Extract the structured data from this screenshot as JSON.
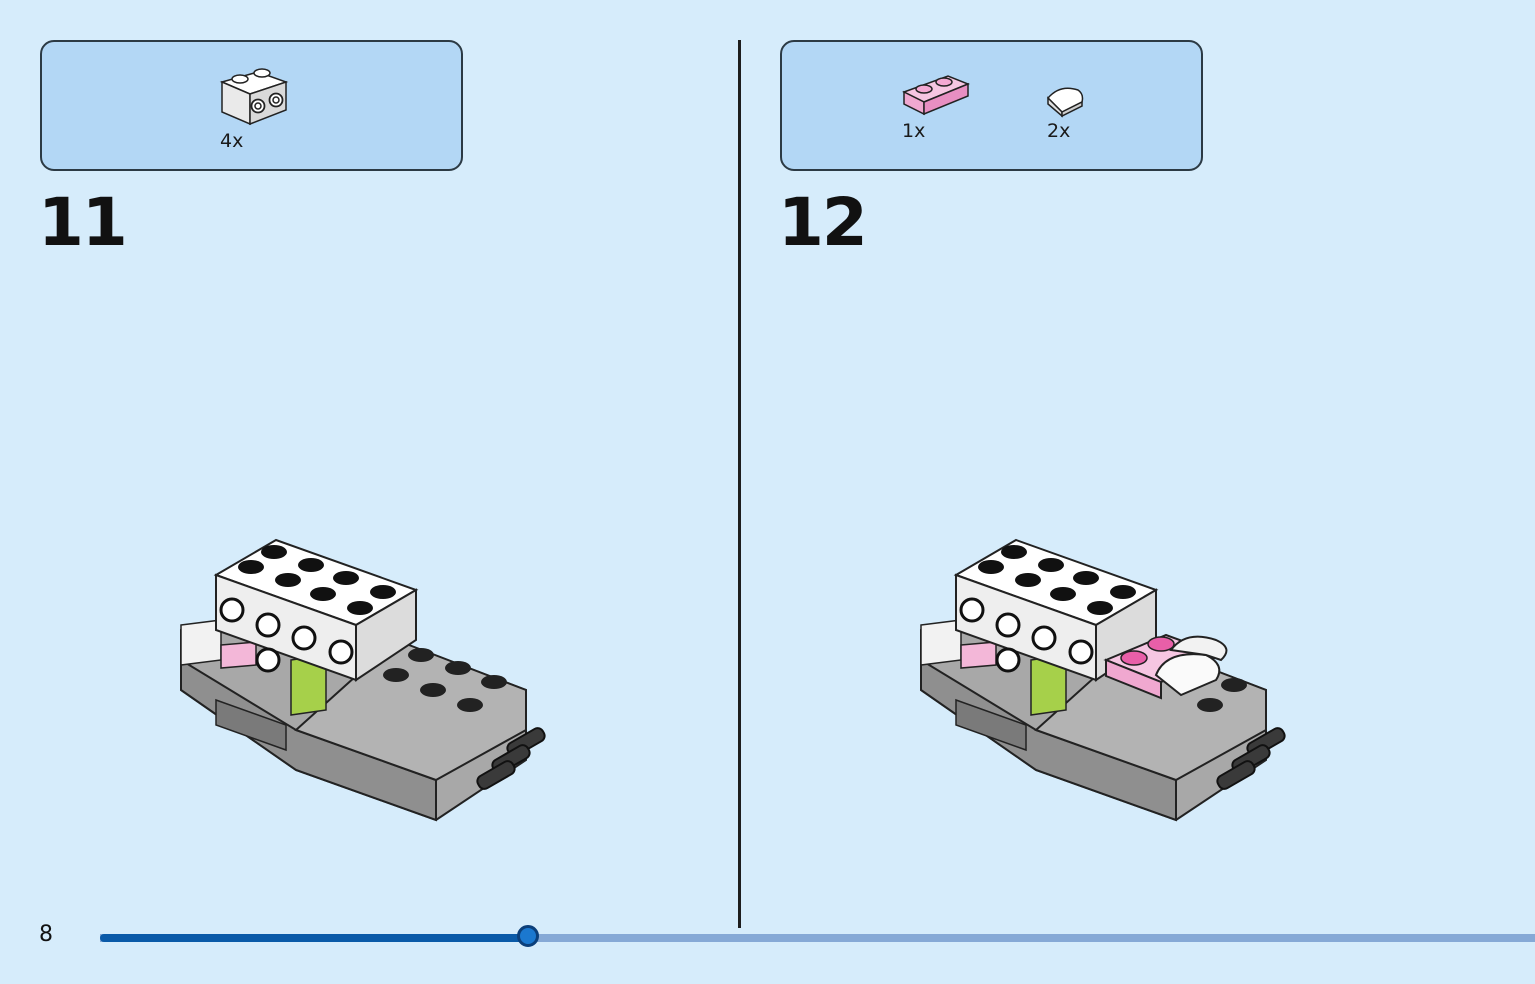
{
  "page": {
    "number": "8"
  },
  "progress": {
    "fraction": 0.298
  },
  "steps": [
    {
      "number": "11",
      "parts": [
        {
          "icon": "white-brick-1x2-with-side-studs-icon",
          "qty": "4x"
        }
      ]
    },
    {
      "number": "12",
      "parts": [
        {
          "icon": "pink-plate-1x2-icon",
          "qty": "1x"
        },
        {
          "icon": "white-curved-tile-icon",
          "qty": "2x"
        }
      ]
    }
  ],
  "colors": {
    "background": "#d6ecfb",
    "parts_box": "#b3d7f5",
    "progress_fill": "#0a5aa8",
    "progress_track": "#86a9d6",
    "brick_white": "#f5f5f5",
    "brick_gray": "#a3a3a3",
    "brick_pink": "#f3b7d8",
    "brick_green": "#a6d04a"
  }
}
